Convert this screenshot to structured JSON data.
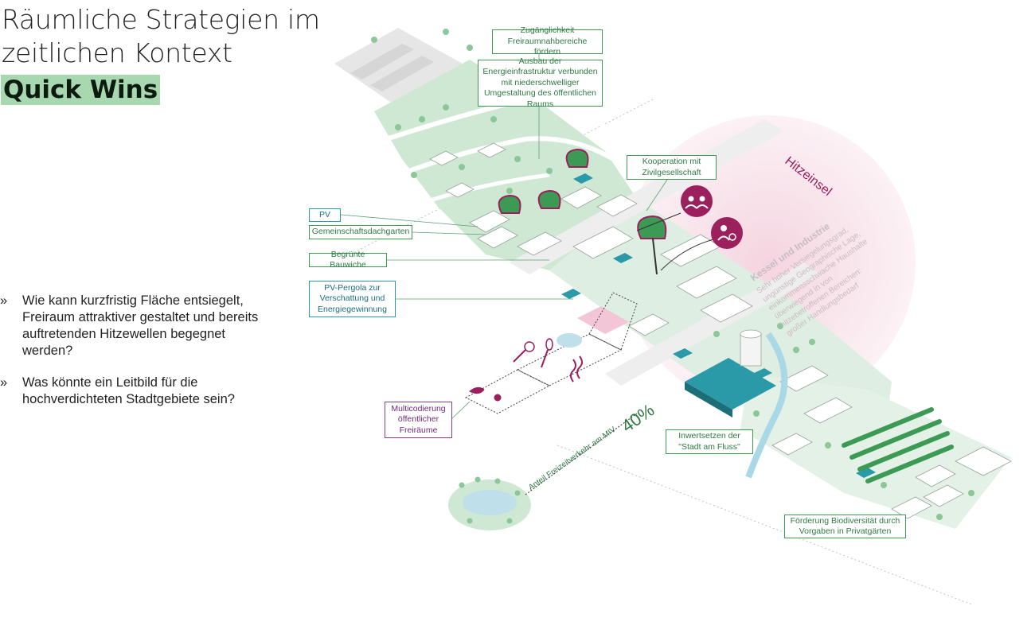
{
  "title": {
    "line1": "Räumliche Strategien im",
    "line2": "zeitlichen Kontext",
    "highlight": "Quick Wins"
  },
  "questions": [
    {
      "marker": "»",
      "text": "Wie kann kurzfristig Fläche entsiegelt, Freiraum attraktiver gestaltet und bereits auftretenden Hitzewellen begegnet werden?"
    },
    {
      "marker": "»",
      "text": "Was könnte ein Leitbild für die hochverdichteten Stadtgebiete sein?"
    }
  ],
  "labels": {
    "freiraum": "Zugänglichkeit Freiraumnahbereiche fördern",
    "energie": "Ausbau der Energieinfrastruktur verbunden mit niederschwelliger Umgestaltung des öffentlichen Raums",
    "kooperation": "Kooperation mit Zivilgesellschaft",
    "pv": "PV",
    "dachgarten": "Gemeinschaftsdachgarten",
    "bauwiche": "Begrünte Bauwiche",
    "pergola": "PV-Pergola zur Verschattung und Energiegewinnung",
    "multicodierung": "Multicodierung öffentlicher Freiräume",
    "fluss": "Inwertsetzen der \"Stadt am Fluss\"",
    "biodiversitaet": "Förderung Biodiversität durch Vorgaben in Privatgärten"
  },
  "hitzeinsel": {
    "title": "Hitzeinsel",
    "heading": "Kessel und Industrie",
    "body": "Sehr hoher Versiegelungsgrad, ungünstige Geographische Lage, einkommensschwache Haushalte überwiegend in von hitzebetroffenen Bereichen: großer Handlungsbedarf"
  },
  "traffic": {
    "label": "Anteil Freizeitverkehr am MIV",
    "value": "40%"
  },
  "colors": {
    "green": "#3c9a55",
    "light_green": "#cfe8d3",
    "teal": "#2a9aa8",
    "purple": "#8a3d8f",
    "magenta": "#9c1f5e",
    "heat_pink": "#f6dde6",
    "highlight": "#a8d8b0"
  },
  "icons": [
    "people-group-icon",
    "person-gear-icon",
    "tree-icon",
    "pond-icon",
    "bird-icon"
  ]
}
